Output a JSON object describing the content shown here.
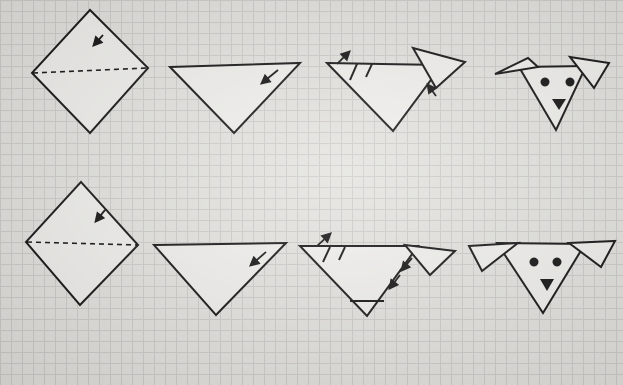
{
  "figure": {
    "rows": [
      {
        "steps": [
          {
            "label": "",
            "kind": "square-with-fold-line"
          },
          {
            "label": "",
            "kind": "triangle"
          },
          {
            "label": "",
            "kind": "ears-folded"
          },
          {
            "label": "",
            "kind": "dog-face"
          }
        ]
      },
      {
        "steps": [
          {
            "label": "",
            "kind": "square-with-fold-line"
          },
          {
            "label": "",
            "kind": "triangle"
          },
          {
            "label": "",
            "kind": "ears-and-chin-folded"
          },
          {
            "label": "",
            "kind": "dog-face"
          }
        ]
      }
    ],
    "colors": {
      "ink": "#111111",
      "paper": "#f1f0ed",
      "grid": "#cfcdca"
    }
  }
}
